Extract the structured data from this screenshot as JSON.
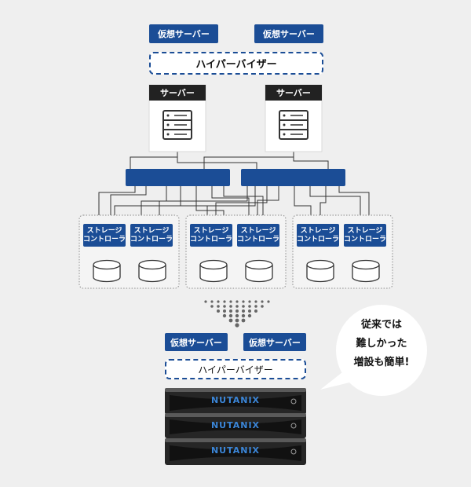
{
  "top": {
    "virtual_server": "仮想サーバー",
    "hypervisor": "ハイパーバイザー",
    "server": "サーバー",
    "storage_controller_line1": "ストレージ",
    "storage_controller_line2": "コントローラ"
  },
  "bottom": {
    "virtual_server": "仮想サーバー",
    "hypervisor": "ハイパーバイザー",
    "nutanix_logo": "NUTANIX"
  },
  "callout": {
    "line1": "従来では",
    "line2": "難しかった",
    "line3": "増設も簡単!"
  },
  "colors": {
    "accent_blue": "#1b4d96",
    "server_header": "#222222",
    "background": "#efefef"
  }
}
